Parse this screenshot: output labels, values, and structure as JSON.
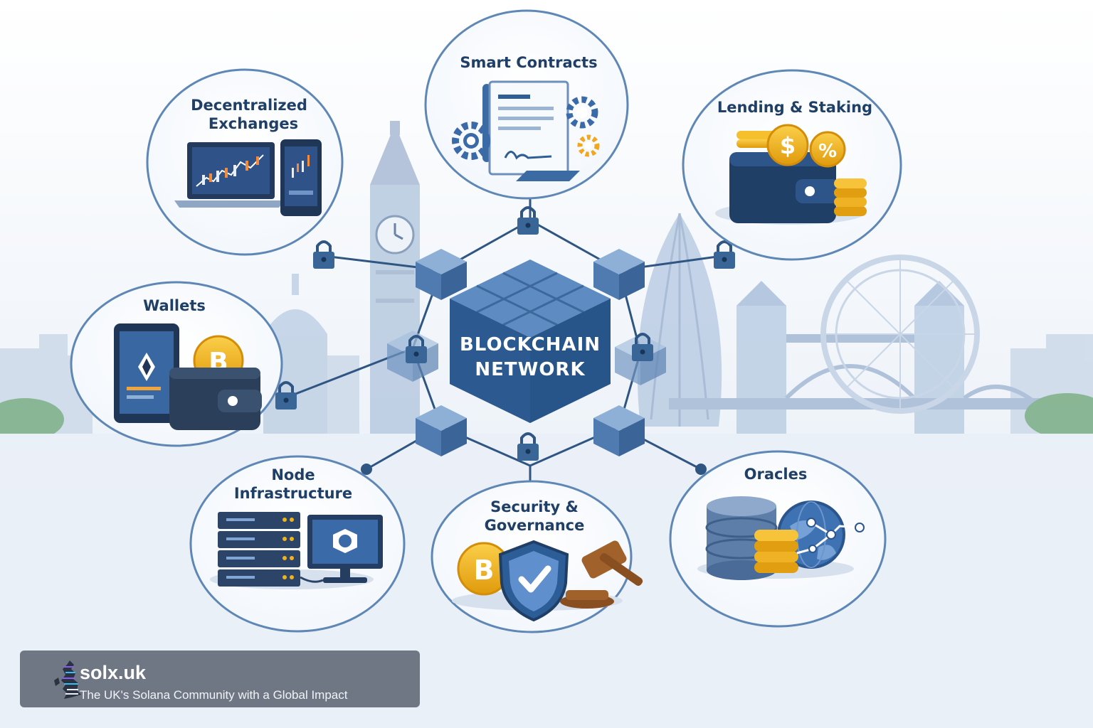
{
  "diagram": {
    "hub": {
      "line1": "BLOCKCHAIN",
      "line2": "NETWORK"
    },
    "nodes": [
      {
        "id": "smart-contracts",
        "lines": [
          "Smart Contracts"
        ]
      },
      {
        "id": "decentralized-exchanges",
        "lines": [
          "Decentralized",
          "Exchanges"
        ]
      },
      {
        "id": "lending-staking",
        "lines": [
          "Lending & Staking"
        ]
      },
      {
        "id": "wallets",
        "lines": [
          "Wallets"
        ]
      },
      {
        "id": "node-infrastructure",
        "lines": [
          "Node",
          "Infrastructure"
        ]
      },
      {
        "id": "security-governance",
        "lines": [
          "Security &",
          "Governance"
        ]
      },
      {
        "id": "oracles",
        "lines": [
          "Oracles"
        ]
      }
    ]
  },
  "icons": {
    "coin_symbols": {
      "bitcoin": "B",
      "dollar": "$",
      "percent": "%"
    }
  },
  "brand": {
    "name": "solx.uk",
    "tagline": "The UK's Solana Community with a Global Impact"
  },
  "colors": {
    "accent_blue": "#2d5a8e",
    "dark_navy": "#1f3f66",
    "gold": "#f2b21a",
    "background": "#f2f6fb"
  }
}
